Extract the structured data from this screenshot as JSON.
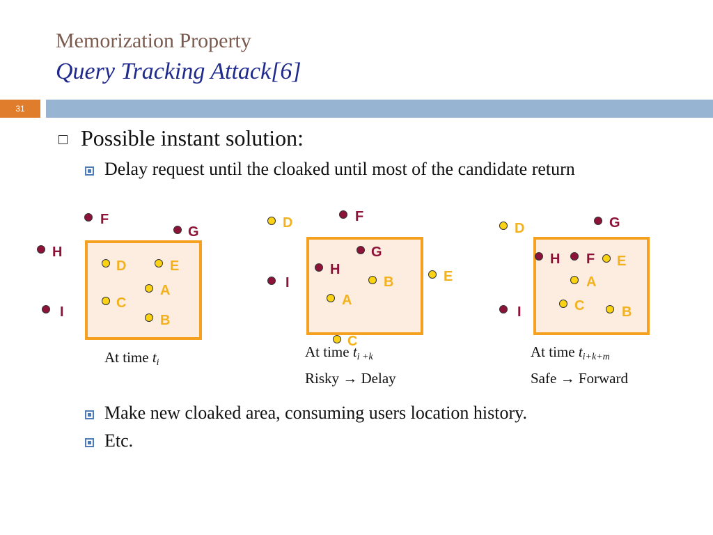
{
  "header": {
    "title": "Memorization Property",
    "subtitle": "Query Tracking Attack[6]",
    "slide_number": "31"
  },
  "bullets": {
    "main": "Possible instant solution:",
    "sub1": "Delay request until the cloaked until most of the candidate return",
    "sub2": "Make new cloaked area, consuming users location history.",
    "sub3": "Etc."
  },
  "diagrams": [
    {
      "caption_line1_prefix": "At time ",
      "caption_t": "t",
      "caption_sub": "i",
      "caption_line2": ""
    },
    {
      "caption_line1_prefix": "At time ",
      "caption_t": "t",
      "caption_sub": "i +k",
      "caption_line2": "Risky → Delay"
    },
    {
      "caption_line1_prefix": "At time ",
      "caption_t": "t",
      "caption_sub": "i+k+m",
      "caption_line2": "Safe → Forward"
    }
  ],
  "users": {
    "labels": [
      "A",
      "B",
      "C",
      "D",
      "E",
      "F",
      "G",
      "H",
      "I"
    ]
  },
  "colors": {
    "cloak_border": "#f5a11f",
    "cloak_fill": "#fdece0",
    "user_red": "#8c1238",
    "user_yellow": "#fbd314",
    "title_bar": "#97b4d3",
    "slide_number_bg": "#e07d2c"
  }
}
